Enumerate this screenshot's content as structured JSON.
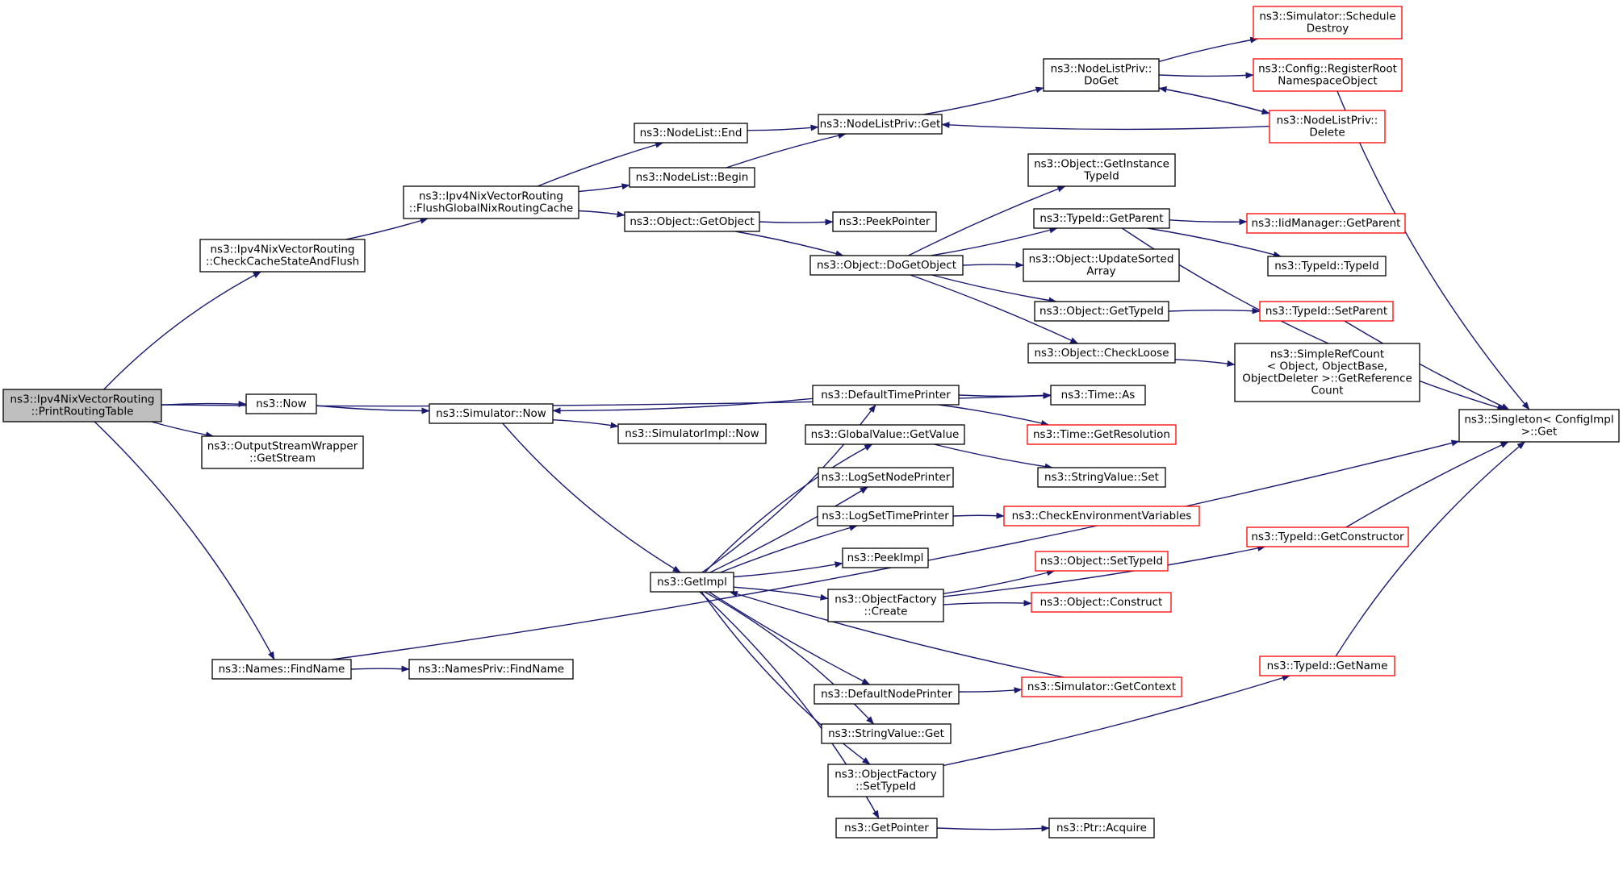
{
  "colors": {
    "edge": "#191970",
    "border_default": "#000000",
    "border_truncated": "#ff0000",
    "root_fill": "#bfbfbf",
    "fill": "#ffffff"
  },
  "nodes": [
    {
      "id": "n_print",
      "lines": [
        "ns3::Ipv4NixVectorRouting",
        "::PrintRoutingTable"
      ],
      "style": "root"
    },
    {
      "id": "n_check",
      "lines": [
        "ns3::Ipv4NixVectorRouting",
        "::CheckCacheStateAndFlush"
      ],
      "style": "normal"
    },
    {
      "id": "n_flush",
      "lines": [
        "ns3::Ipv4NixVectorRouting",
        "::FlushGlobalNixRoutingCache"
      ],
      "style": "normal"
    },
    {
      "id": "n_nlend",
      "lines": [
        "ns3::NodeList::End"
      ],
      "style": "normal"
    },
    {
      "id": "n_nlbegin",
      "lines": [
        "ns3::NodeList::Begin"
      ],
      "style": "normal"
    },
    {
      "id": "n_getobject",
      "lines": [
        "ns3::Object::GetObject"
      ],
      "style": "normal"
    },
    {
      "id": "n_nlpget",
      "lines": [
        "ns3::NodeListPriv::Get"
      ],
      "style": "normal"
    },
    {
      "id": "n_peekptr",
      "lines": [
        "ns3::PeekPointer"
      ],
      "style": "normal"
    },
    {
      "id": "n_dogetobject",
      "lines": [
        "ns3::Object::DoGetObject"
      ],
      "style": "normal"
    },
    {
      "id": "n_nlpdoget",
      "lines": [
        "ns3::NodeListPriv::",
        "DoGet"
      ],
      "style": "normal"
    },
    {
      "id": "n_schedule",
      "lines": [
        "ns3::Simulator::Schedule",
        "Destroy"
      ],
      "style": "truncated"
    },
    {
      "id": "n_regroot",
      "lines": [
        "ns3::Config::RegisterRoot",
        "NamespaceObject"
      ],
      "style": "truncated"
    },
    {
      "id": "n_nlpdelete",
      "lines": [
        "ns3::NodeListPriv::",
        "Delete"
      ],
      "style": "truncated"
    },
    {
      "id": "n_getinst",
      "lines": [
        "ns3::Object::GetInstance",
        "TypeId"
      ],
      "style": "normal"
    },
    {
      "id": "n_getparent",
      "lines": [
        "ns3::TypeId::GetParent"
      ],
      "style": "normal"
    },
    {
      "id": "n_iidparent",
      "lines": [
        "ns3::IidManager::GetParent"
      ],
      "style": "truncated"
    },
    {
      "id": "n_typeidctor",
      "lines": [
        "ns3::TypeId::TypeId"
      ],
      "style": "normal"
    },
    {
      "id": "n_updsorted",
      "lines": [
        "ns3::Object::UpdateSorted",
        "Array"
      ],
      "style": "normal"
    },
    {
      "id": "n_gettypeid",
      "lines": [
        "ns3::Object::GetTypeId"
      ],
      "style": "normal"
    },
    {
      "id": "n_setparent",
      "lines": [
        "ns3::TypeId::SetParent"
      ],
      "style": "truncated"
    },
    {
      "id": "n_checkloose",
      "lines": [
        "ns3::Object::CheckLoose"
      ],
      "style": "normal"
    },
    {
      "id": "n_simpleref",
      "lines": [
        "ns3::SimpleRefCount",
        "< Object, ObjectBase,",
        "ObjectDeleter >::GetReference",
        "Count"
      ],
      "style": "normal"
    },
    {
      "id": "n_singleton",
      "lines": [
        "ns3::Singleton< ConfigImpl",
        ">::Get"
      ],
      "style": "normal"
    },
    {
      "id": "n_now",
      "lines": [
        "ns3::Now"
      ],
      "style": "normal"
    },
    {
      "id": "n_simnow",
      "lines": [
        "ns3::Simulator::Now"
      ],
      "style": "normal"
    },
    {
      "id": "n_simimplnow",
      "lines": [
        "ns3::SimulatorImpl::Now"
      ],
      "style": "normal"
    },
    {
      "id": "n_osw",
      "lines": [
        "ns3::OutputStreamWrapper",
        "::GetStream"
      ],
      "style": "normal"
    },
    {
      "id": "n_deftime",
      "lines": [
        "ns3::DefaultTimePrinter"
      ],
      "style": "normal"
    },
    {
      "id": "n_timeas",
      "lines": [
        "ns3::Time::As"
      ],
      "style": "normal"
    },
    {
      "id": "n_timeres",
      "lines": [
        "ns3::Time::GetResolution"
      ],
      "style": "truncated"
    },
    {
      "id": "n_gvget",
      "lines": [
        "ns3::GlobalValue::GetValue"
      ],
      "style": "normal"
    },
    {
      "id": "n_svset",
      "lines": [
        "ns3::StringValue::Set"
      ],
      "style": "normal"
    },
    {
      "id": "n_logsetnode",
      "lines": [
        "ns3::LogSetNodePrinter"
      ],
      "style": "normal"
    },
    {
      "id": "n_logsettime",
      "lines": [
        "ns3::LogSetTimePrinter"
      ],
      "style": "normal"
    },
    {
      "id": "n_checkenv",
      "lines": [
        "ns3::CheckEnvironmentVariables"
      ],
      "style": "truncated"
    },
    {
      "id": "n_getctor",
      "lines": [
        "ns3::TypeId::GetConstructor"
      ],
      "style": "truncated"
    },
    {
      "id": "n_peekimpl",
      "lines": [
        "ns3::PeekImpl"
      ],
      "style": "normal"
    },
    {
      "id": "n_getimpl",
      "lines": [
        "ns3::GetImpl"
      ],
      "style": "normal"
    },
    {
      "id": "n_setobjtid",
      "lines": [
        "ns3::Object::SetTypeId"
      ],
      "style": "truncated"
    },
    {
      "id": "n_ofcreate",
      "lines": [
        "ns3::ObjectFactory",
        "::Create"
      ],
      "style": "normal"
    },
    {
      "id": "n_construct",
      "lines": [
        "ns3::Object::Construct"
      ],
      "style": "truncated"
    },
    {
      "id": "n_getname",
      "lines": [
        "ns3::TypeId::GetName"
      ],
      "style": "truncated"
    },
    {
      "id": "n_namesfind",
      "lines": [
        "ns3::Names::FindName"
      ],
      "style": "normal"
    },
    {
      "id": "n_npfind",
      "lines": [
        "ns3::NamesPriv::FindName"
      ],
      "style": "normal"
    },
    {
      "id": "n_defnode",
      "lines": [
        "ns3::DefaultNodePrinter"
      ],
      "style": "normal"
    },
    {
      "id": "n_getctx",
      "lines": [
        "ns3::Simulator::GetContext"
      ],
      "style": "truncated"
    },
    {
      "id": "n_svget",
      "lines": [
        "ns3::StringValue::Get"
      ],
      "style": "normal"
    },
    {
      "id": "n_ofsettid",
      "lines": [
        "ns3::ObjectFactory",
        "::SetTypeId"
      ],
      "style": "normal"
    },
    {
      "id": "n_getptr",
      "lines": [
        "ns3::GetPointer"
      ],
      "style": "normal"
    },
    {
      "id": "n_ptracq",
      "lines": [
        "ns3::Ptr::Acquire"
      ],
      "style": "normal"
    }
  ],
  "edges": [
    [
      "n_print",
      "n_check"
    ],
    [
      "n_print",
      "n_timeas"
    ],
    [
      "n_print",
      "n_now"
    ],
    [
      "n_print",
      "n_osw"
    ],
    [
      "n_print",
      "n_namesfind"
    ],
    [
      "n_check",
      "n_flush"
    ],
    [
      "n_flush",
      "n_nlend"
    ],
    [
      "n_flush",
      "n_nlbegin"
    ],
    [
      "n_flush",
      "n_getobject"
    ],
    [
      "n_nlend",
      "n_nlpget"
    ],
    [
      "n_nlbegin",
      "n_nlpget"
    ],
    [
      "n_getobject",
      "n_peekptr"
    ],
    [
      "n_getobject",
      "n_dogetobject"
    ],
    [
      "n_nlpget",
      "n_nlpdoget"
    ],
    [
      "n_nlpdoget",
      "n_schedule"
    ],
    [
      "n_nlpdoget",
      "n_regroot"
    ],
    [
      "n_nlpdoget",
      "n_nlpdelete"
    ],
    [
      "n_nlpdelete",
      "n_nlpdoget"
    ],
    [
      "n_nlpdelete",
      "n_nlpget"
    ],
    [
      "n_regroot",
      "n_singleton"
    ],
    [
      "n_dogetobject",
      "n_getinst"
    ],
    [
      "n_dogetobject",
      "n_getparent"
    ],
    [
      "n_dogetobject",
      "n_updsorted"
    ],
    [
      "n_dogetobject",
      "n_gettypeid"
    ],
    [
      "n_dogetobject",
      "n_checkloose"
    ],
    [
      "n_getparent",
      "n_iidparent"
    ],
    [
      "n_getparent",
      "n_typeidctor"
    ],
    [
      "n_getparent",
      "n_singleton"
    ],
    [
      "n_gettypeid",
      "n_setparent"
    ],
    [
      "n_setparent",
      "n_singleton"
    ],
    [
      "n_checkloose",
      "n_simpleref"
    ],
    [
      "n_now",
      "n_simnow"
    ],
    [
      "n_simnow",
      "n_simimplnow"
    ],
    [
      "n_simnow",
      "n_getimpl"
    ],
    [
      "n_deftime",
      "n_simnow"
    ],
    [
      "n_deftime",
      "n_timeas"
    ],
    [
      "n_deftime",
      "n_timeres"
    ],
    [
      "n_gvget",
      "n_svset"
    ],
    [
      "n_logsettime",
      "n_checkenv"
    ],
    [
      "n_getimpl",
      "n_deftime"
    ],
    [
      "n_getimpl",
      "n_gvget"
    ],
    [
      "n_getimpl",
      "n_logsetnode"
    ],
    [
      "n_getimpl",
      "n_logsettime"
    ],
    [
      "n_getimpl",
      "n_peekimpl"
    ],
    [
      "n_getimpl",
      "n_ofcreate"
    ],
    [
      "n_getimpl",
      "n_defnode"
    ],
    [
      "n_getimpl",
      "n_svget"
    ],
    [
      "n_getimpl",
      "n_ofsettid"
    ],
    [
      "n_getimpl",
      "n_getptr"
    ],
    [
      "n_ofcreate",
      "n_setobjtid"
    ],
    [
      "n_ofcreate",
      "n_construct"
    ],
    [
      "n_ofcreate",
      "n_getctor"
    ],
    [
      "n_getctor",
      "n_singleton"
    ],
    [
      "n_defnode",
      "n_getctx"
    ],
    [
      "n_getctx",
      "n_getimpl"
    ],
    [
      "n_ofsettid",
      "n_getname"
    ],
    [
      "n_getname",
      "n_singleton"
    ],
    [
      "n_getptr",
      "n_ptracq"
    ],
    [
      "n_namesfind",
      "n_npfind"
    ],
    [
      "n_namesfind",
      "n_singleton"
    ]
  ]
}
